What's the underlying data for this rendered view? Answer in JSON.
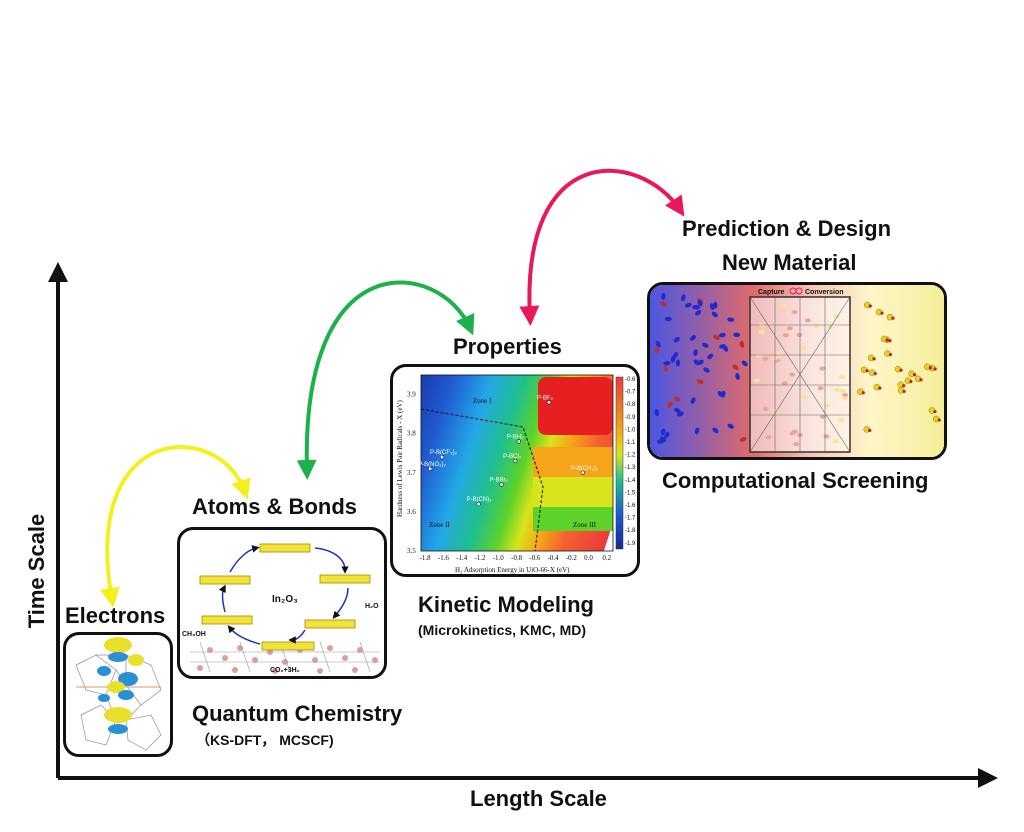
{
  "axes": {
    "x_label": "Length Scale",
    "y_label": "Time Scale"
  },
  "stages": {
    "electrons": {
      "title": "Electrons"
    },
    "atoms": {
      "title": "Atoms & Bonds",
      "method": "Quantum Chemistry",
      "method_detail": "（KS-DFT，  MCSCF)",
      "center_label": "In₂O₃",
      "left_product": "CH₃OH",
      "right_product": "H₂O",
      "bottom_reactant": "CO₂+3H₂"
    },
    "properties": {
      "title": "Properties",
      "method": "Kinetic Modeling",
      "method_detail": "(Microkinetics, KMC, MD)"
    },
    "prediction": {
      "title_line1": "Prediction & Design",
      "title_line2": "New Material",
      "method": "Computational Screening",
      "capture_label": "Capture",
      "conversion_label": "Conversion"
    }
  },
  "arrow_colors": [
    "#f3f01e",
    "#1db14b",
    "#e8185a"
  ],
  "contour": {
    "x_axis_label": "H₂ Adsorption Energy in UiO-66-X (eV)",
    "y_axis_label": "Hardness of Lewis Pair Radicals - X (eV)",
    "x_ticks": [
      "-1.8",
      "-1.6",
      "-1.4",
      "-1.2",
      "-1.0",
      "-0.8",
      "-0.6",
      "-0.4",
      "-0.2",
      "0.0",
      "0.2"
    ],
    "y_ticks": [
      "3.9",
      "3.8",
      "3.7",
      "3.6",
      "3.5"
    ],
    "colorbar_ticks": [
      "-0.6",
      "-0.7",
      "-0.8",
      "-0.9",
      "-1.0",
      "-1.1",
      "-1.2",
      "-1.3",
      "-1.4",
      "-1.5",
      "-1.6",
      "-1.7",
      "-1.8",
      "-1.9"
    ],
    "zones": [
      "Zone I",
      "Zone II",
      "Zone III"
    ],
    "points": [
      {
        "label": "P-BF₂",
        "x": -0.45,
        "y": 3.88
      },
      {
        "label": "P-BH₂",
        "x": -0.78,
        "y": 3.78
      },
      {
        "label": "P-BCl₂",
        "x": -0.82,
        "y": 3.73
      },
      {
        "label": "P-BBr₂",
        "x": -0.97,
        "y": 3.67
      },
      {
        "label": "P-B(CN)₂",
        "x": -1.22,
        "y": 3.62
      },
      {
        "label": "P-B(CF₃)₂",
        "x": -1.62,
        "y": 3.74
      },
      {
        "label": "P-B(NO₂)₂",
        "x": -1.75,
        "y": 3.71
      },
      {
        "label": "P-B(CH₃)₂",
        "x": -0.08,
        "y": 3.7
      }
    ]
  }
}
